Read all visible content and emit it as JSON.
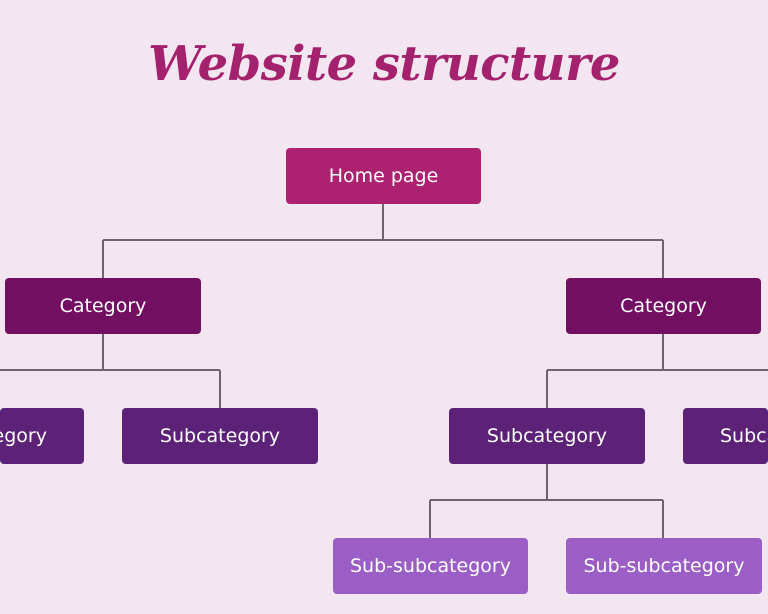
{
  "title": "Website structure",
  "diagram": {
    "home": {
      "label": "Home page"
    },
    "categories": [
      {
        "label": "Category",
        "subcategories": [
          {
            "label": "Subcategory"
          },
          {
            "label": "Subcategory"
          }
        ]
      },
      {
        "label": "Category",
        "subcategories": [
          {
            "label": "Subcategory",
            "children": [
              {
                "label": "Sub-subcategory"
              },
              {
                "label": "Sub-subcategory"
              }
            ]
          },
          {
            "label": "Subcategory"
          }
        ]
      }
    ]
  },
  "colors": {
    "background": "#f3e6f1",
    "title": "#a3216d",
    "home": "#ac2170",
    "category": "#730f62",
    "subcategory": "#5b2278",
    "sub_subcategory": "#9b5dc6",
    "connector": "#6e6470"
  }
}
